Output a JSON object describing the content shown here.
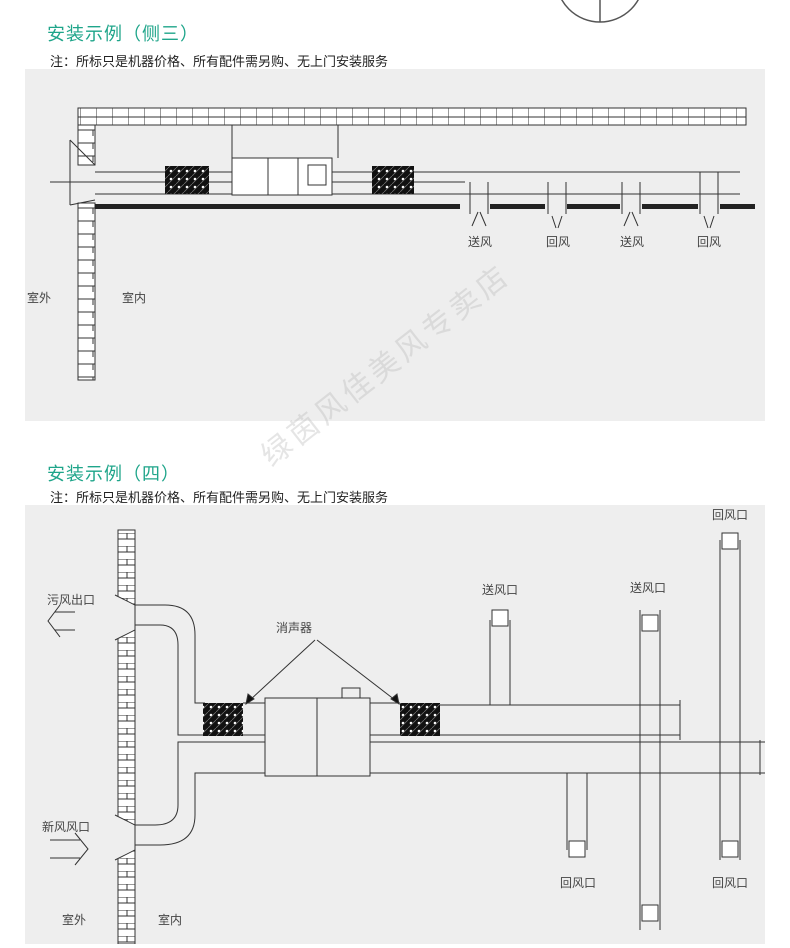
{
  "section3": {
    "title": "安装示例（侧三）",
    "note": "注：所标只是机器价格、所有配件需另购、无上门安装服务",
    "labels": {
      "supply1": "送风",
      "return1": "回风",
      "supply2": "送风",
      "return2": "回风",
      "outdoor": "室外",
      "indoor": "室内"
    }
  },
  "section4": {
    "title": "安装示例（四）",
    "note": "注：所标只是机器价格、所有配件需另购、无上门安装服务",
    "labels": {
      "exhaust_outlet": "污风出口",
      "fresh_inlet": "新风风口",
      "silencer": "消声器",
      "supply_vent_1": "送风口",
      "supply_vent_2": "送风口",
      "return_vent_top": "回风口",
      "return_vent_mid": "回风口",
      "return_vent_right": "回风口",
      "outdoor": "室外",
      "indoor": "室内"
    }
  },
  "watermark": "绿茵风佳美风专卖店"
}
